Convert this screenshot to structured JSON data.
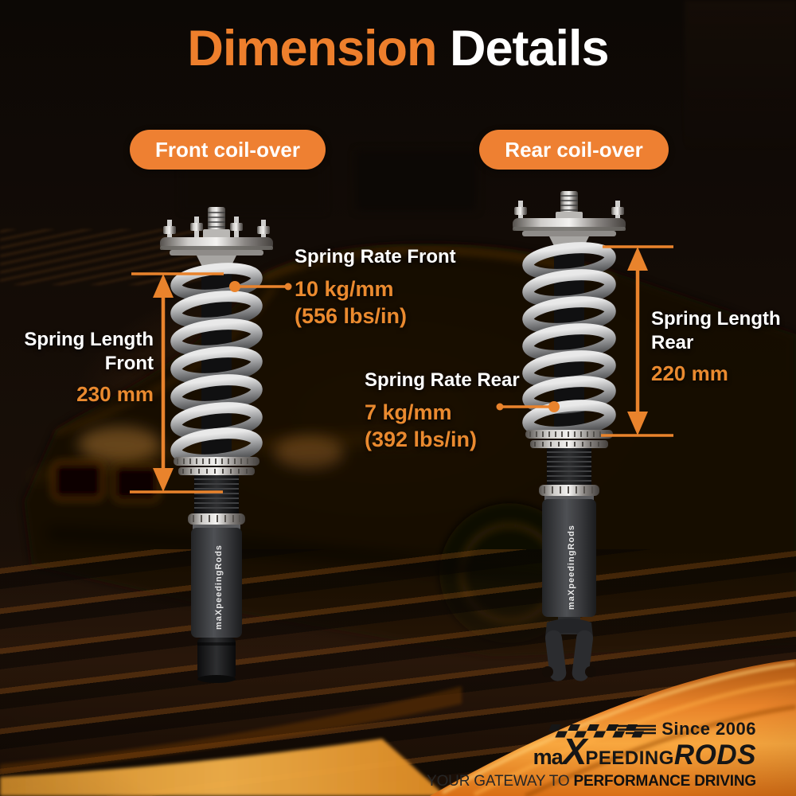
{
  "title": {
    "highlight": "Dimension",
    "rest": " Details"
  },
  "section_labels": {
    "front": "Front coil-over",
    "rear": "Rear coil-over"
  },
  "annotations": {
    "spring_rate_front": {
      "label": "Spring Rate Front",
      "value_metric": "10 kg/mm",
      "value_imperial": "(556 lbs/in)"
    },
    "spring_length_front": {
      "label_line1": "Spring Length",
      "label_line2": "Front",
      "value": "230 mm"
    },
    "spring_rate_rear": {
      "label": "Spring Rate Rear",
      "value_metric": "7 kg/mm",
      "value_imperial": "(392 lbs/in)"
    },
    "spring_length_rear": {
      "label_line1": "Spring Length",
      "label_line2": "Rear",
      "value": "220 mm"
    }
  },
  "product": {
    "body_brand": "maXpeedingRods"
  },
  "brand": {
    "since": "Since 2006",
    "name_prefix": "ma",
    "name_x": "X",
    "name_mid": "peeding",
    "name_suffix": "RODS",
    "tagline_regular": "YOUR GATEWAY TO ",
    "tagline_bold": "PERFORMANCE DRIVING"
  },
  "colors": {
    "accent_orange": "#EE8032",
    "value_orange": "#EA8A2F",
    "text_white": "#FFFFFF",
    "logo_dark": "#161616"
  }
}
